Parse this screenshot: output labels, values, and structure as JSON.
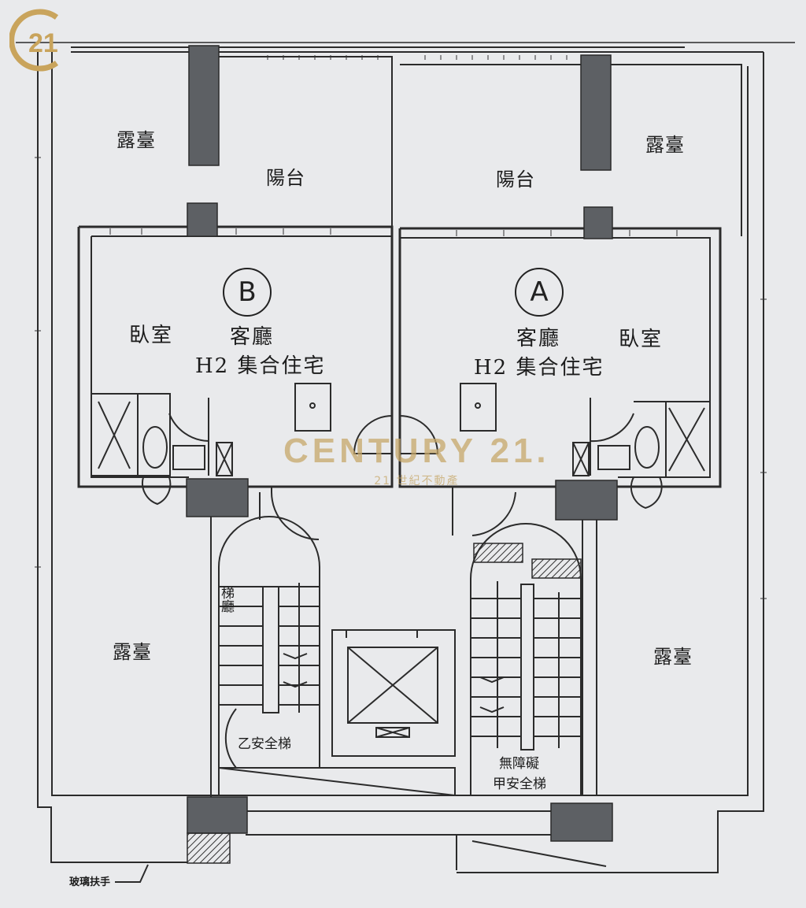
{
  "logo": {
    "text": "21",
    "color": "#c9a45c"
  },
  "watermark": {
    "brand": "CENTURY 21.",
    "sub": "21 世紀不動產",
    "color": "#c7a86a"
  },
  "rooms": {
    "terrace_top_left": "露臺",
    "terrace_top_right": "露臺",
    "balcony_left": "陽台",
    "balcony_right": "陽台",
    "unit_b_badge": "B",
    "unit_a_badge": "A",
    "bedroom_b": "臥室",
    "bedroom_a": "臥室",
    "living_b": "客廳",
    "living_a": "客廳",
    "housing_b": "H2 集合住宅",
    "housing_a": "H2 集合住宅",
    "terrace_bottom_left": "露臺",
    "terrace_bottom_right": "露臺",
    "stair_hall": "梯廳",
    "stair_b": "乙安全梯",
    "accessible": "無障礙",
    "stair_a": "甲安全梯",
    "glass_railing": "玻璃扶手"
  }
}
